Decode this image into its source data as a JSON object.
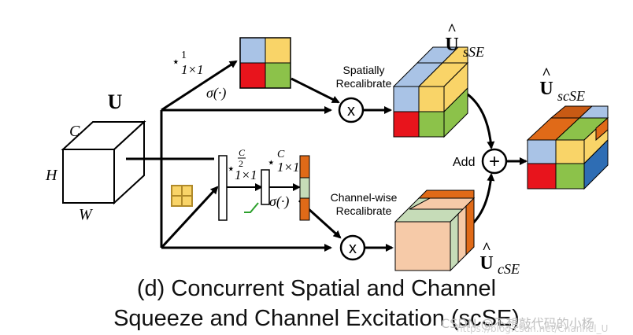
{
  "labels": {
    "U": "U",
    "C": "C",
    "H": "H",
    "W": "W",
    "conv1_sup": "1",
    "conv1_sub": "1×1",
    "sigma_top": "σ(·)",
    "spatially_l1": "Spatially",
    "spatially_l2": "Recalibrate",
    "u_sse_hat": "^",
    "u_sse_U": "U",
    "u_sse_sub": "sSE",
    "u_scse_hat": "^",
    "u_scse_U": "U",
    "u_scse_sub": "scSE",
    "add": "Add",
    "conv_c2_sup_num": "C",
    "conv_c2_sup_den": "2",
    "conv_c2_sub": "1×1",
    "conv_c_sup": "C",
    "conv_c_sub": "1×1",
    "sigma_bottom": "σ(·)",
    "channel_l1": "Channel-wise",
    "channel_l2": "Recalibrate",
    "u_cse_hat": "^",
    "u_cse_U": "U",
    "u_cse_sub": "cSE",
    "multiply_symbol": "x",
    "plus_symbol": "+",
    "star": "⋆"
  },
  "caption": {
    "line1": "(d) Concurrent Spatial and Channel",
    "line2": "Squeeze and Channel Excitation (scSE)"
  },
  "watermark": {
    "line1": "CSDN @不想敲代码的小杨",
    "line2": "https://blog.csdn.net/Channel_U"
  },
  "colors": {
    "blue": "#a9c3e6",
    "yellow": "#f9d468",
    "red": "#e8141c",
    "green": "#8cc24a",
    "orange": "#e06a18",
    "lightgreen": "#c6dcb8",
    "peach": "#f6caa8",
    "darkorange": "#c85a14"
  }
}
